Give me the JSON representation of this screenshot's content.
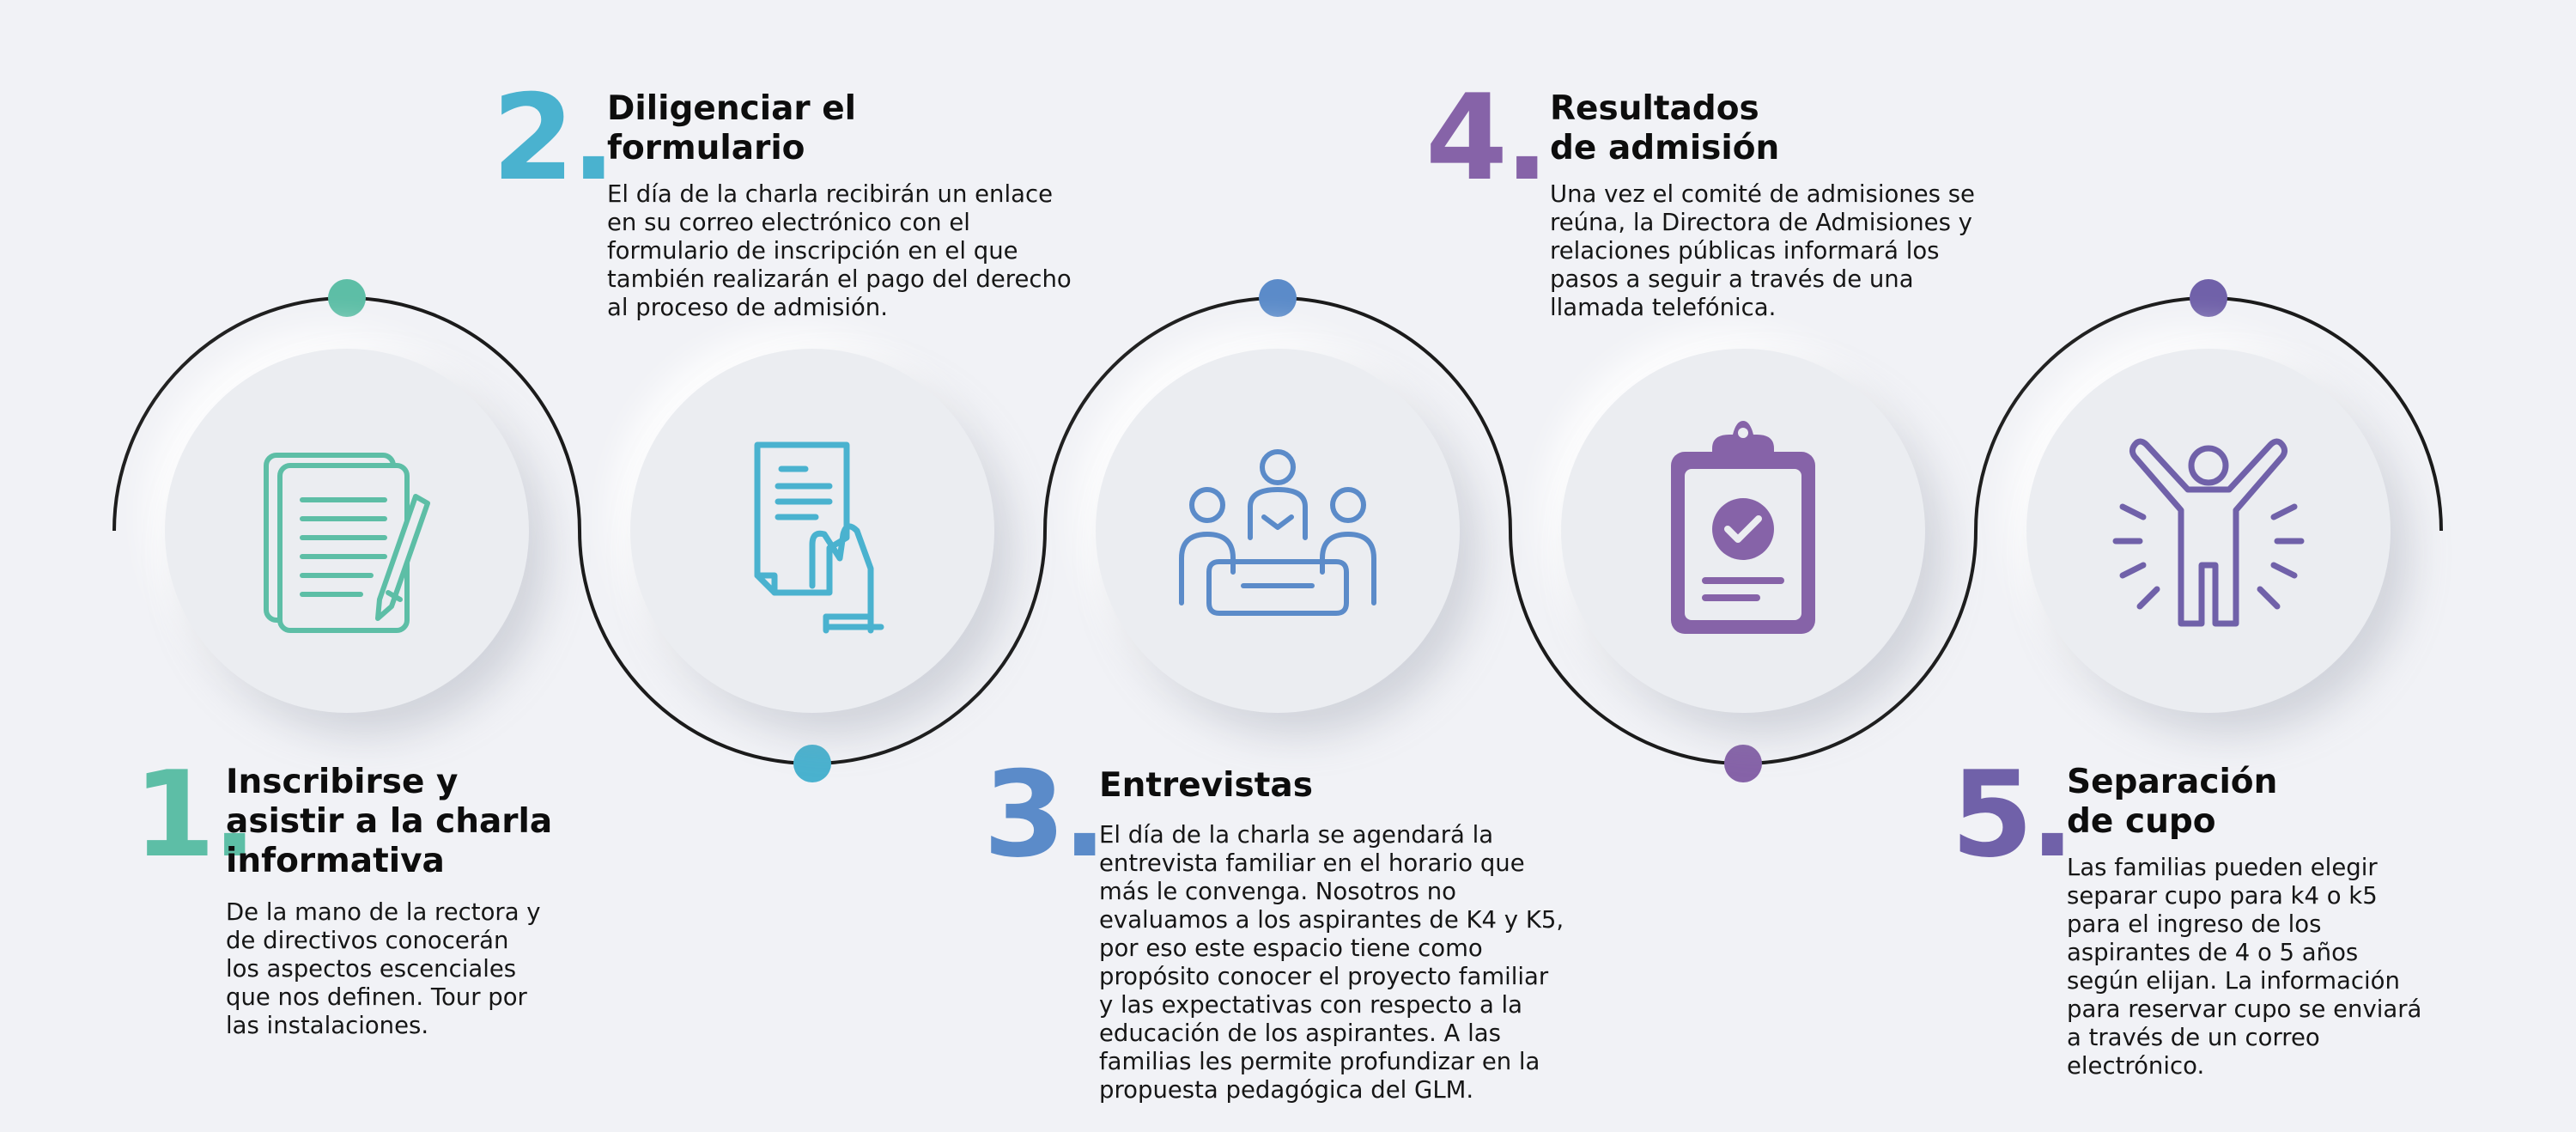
{
  "colors": {
    "step1": "#5dbea6",
    "step2": "#4ab2cf",
    "step3": "#5b8bc9",
    "step4": "#8663a8",
    "step5": "#7061a9",
    "line": "#1b1b1b"
  },
  "steps": [
    {
      "number": "1.",
      "title": "Inscribirse y\nasistir a la charla\ninformativa",
      "description": "De la mano de la rectora y\nde directivos conocerán\nlos aspectos escenciales\nque nos definen. Tour por\nlas instalaciones.",
      "icon": "documents-pen-icon"
    },
    {
      "number": "2.",
      "title": "Diligenciar el\nformulario",
      "description": "El día de la charla recibirán un enlace\nen su correo electrónico con el\nformulario de inscripción en el que\ntambién realizarán el pago del derecho\nal proceso de admisión.",
      "icon": "hand-holding-form-icon"
    },
    {
      "number": "3.",
      "title": "Entrevistas",
      "description": "El día de la charla se agendará la\nentrevista familiar en el horario que\nmás le convenga. Nosotros no\nevaluamos a los aspirantes de K4 y K5,\npor eso este espacio tiene como\npropósito conocer el proyecto familiar\ny las expectativas con respecto a la\neducación de los aspirantes. A las\nfamilias les permite profundizar en la\npropuesta pedagógica del GLM.",
      "icon": "interview-meeting-icon"
    },
    {
      "number": "4.",
      "title": "Resultados\nde admisión",
      "description": "Una vez el comité de admisiones se\nreúna, la Directora de Admisiones y\nrelaciones públicas informará los\npasos a seguir a través de una\nllamada telefónica.",
      "icon": "clipboard-check-icon"
    },
    {
      "number": "5.",
      "title": "Separación\nde cupo",
      "description": "Las familias pueden elegir\nseparar cupo para k4 o k5\npara el ingreso de los\naspirantes de 4 o 5 años\nsegún elijan. La información\npara reservar cupo se enviará\na través de un correo\nelectrónico.",
      "icon": "celebrating-person-icon"
    }
  ]
}
